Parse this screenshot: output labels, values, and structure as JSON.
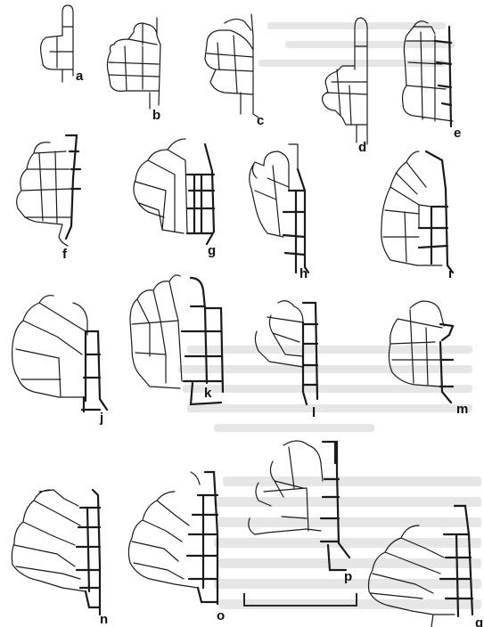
{
  "figure": {
    "panel_labels": [
      "a",
      "b",
      "c",
      "d",
      "e",
      "f",
      "g",
      "h",
      "i",
      "j",
      "k",
      "l",
      "m",
      "n",
      "o",
      "p",
      "q"
    ],
    "scale_bar": {
      "label": ""
    }
  }
}
